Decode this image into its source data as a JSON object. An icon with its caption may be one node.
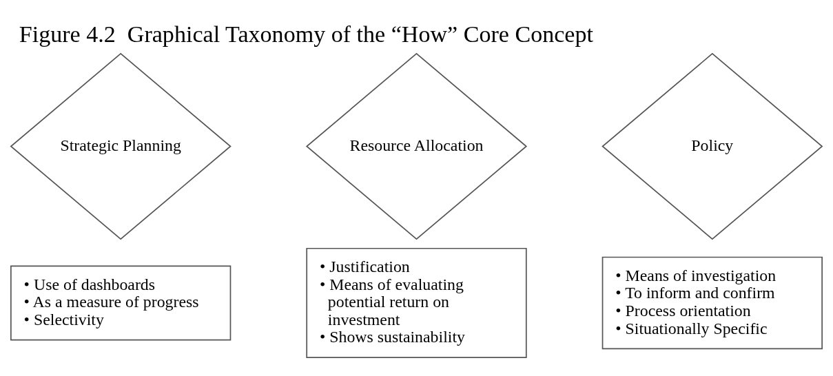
{
  "diagram": {
    "title": "Figure 4.2  Graphical Taxonomy of the “How” Core Concept",
    "nodes": [
      {
        "text": [
          "Strategic Planning"
        ]
      },
      {
        "text": [
          "• Use of dashboards",
          "• As a measure of progress",
          "• Selectivity"
        ]
      },
      {
        "text": [
          "Resource Allocation"
        ]
      },
      {
        "text": [
          "• Justification",
          "• Means of evaluating potential return on investment",
          "• Shows sustainability"
        ]
      },
      {
        "text": [
          "Policy"
        ]
      },
      {
        "text": [
          "• Means of investigation",
          "• To inform and confirm",
          "• Process orientation",
          "• Situationally Specific"
        ]
      }
    ],
    "edges": []
  }
}
